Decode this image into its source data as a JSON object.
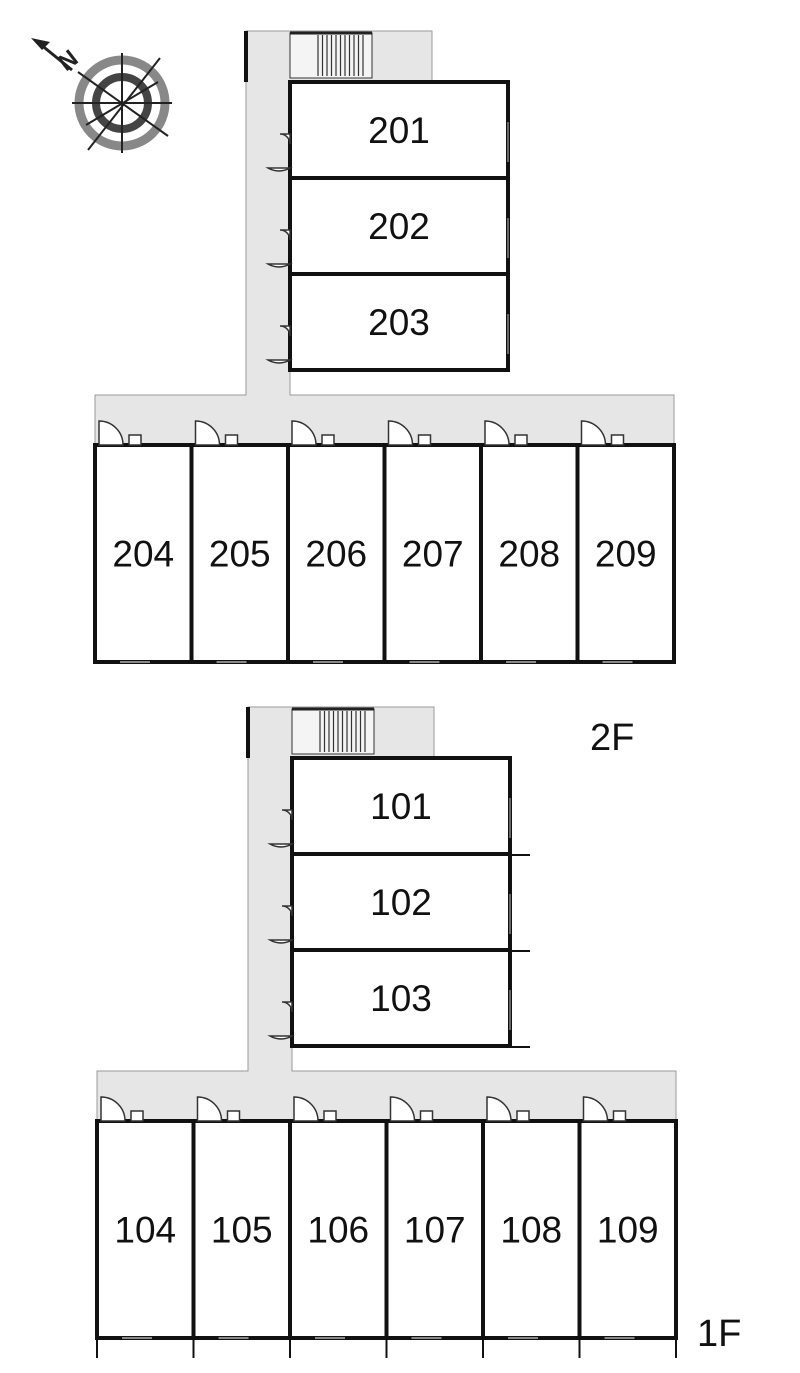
{
  "floors": [
    {
      "label": "2F",
      "units_column": [
        "201",
        "202",
        "203"
      ],
      "units_row": [
        "204",
        "205",
        "206",
        "207",
        "208",
        "209"
      ]
    },
    {
      "label": "1F",
      "units_column": [
        "101",
        "102",
        "103"
      ],
      "units_row": [
        "104",
        "105",
        "106",
        "107",
        "108",
        "109"
      ]
    }
  ],
  "compass": {
    "north_letter": "N"
  },
  "colors": {
    "corridor": "#e6e6e6",
    "wall": "#111111",
    "compass_ring": "#888888"
  }
}
